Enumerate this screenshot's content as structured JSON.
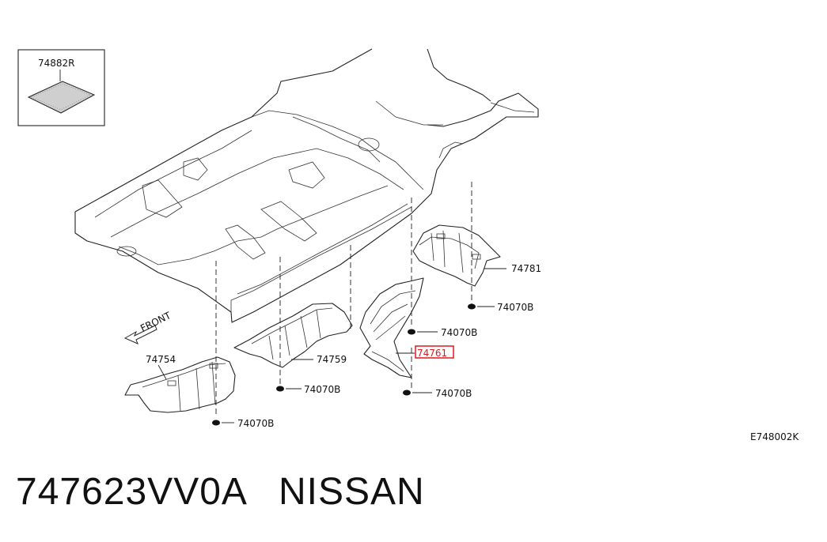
{
  "diagram": {
    "inset_part": "74882R",
    "front_label": "FRONT",
    "drawing_code": "E748002K",
    "parts": {
      "p74781": "74781",
      "p74761": "74761",
      "p74759": "74759",
      "p74754": "74754"
    },
    "fasteners": {
      "f1": "74070B",
      "f2": "74070B",
      "f3": "74070B",
      "f4": "74070B",
      "f5": "74070B"
    },
    "highlight_color": "#e0191b"
  },
  "footer": {
    "part_number": "747623VV0A",
    "brand": "NISSAN"
  }
}
